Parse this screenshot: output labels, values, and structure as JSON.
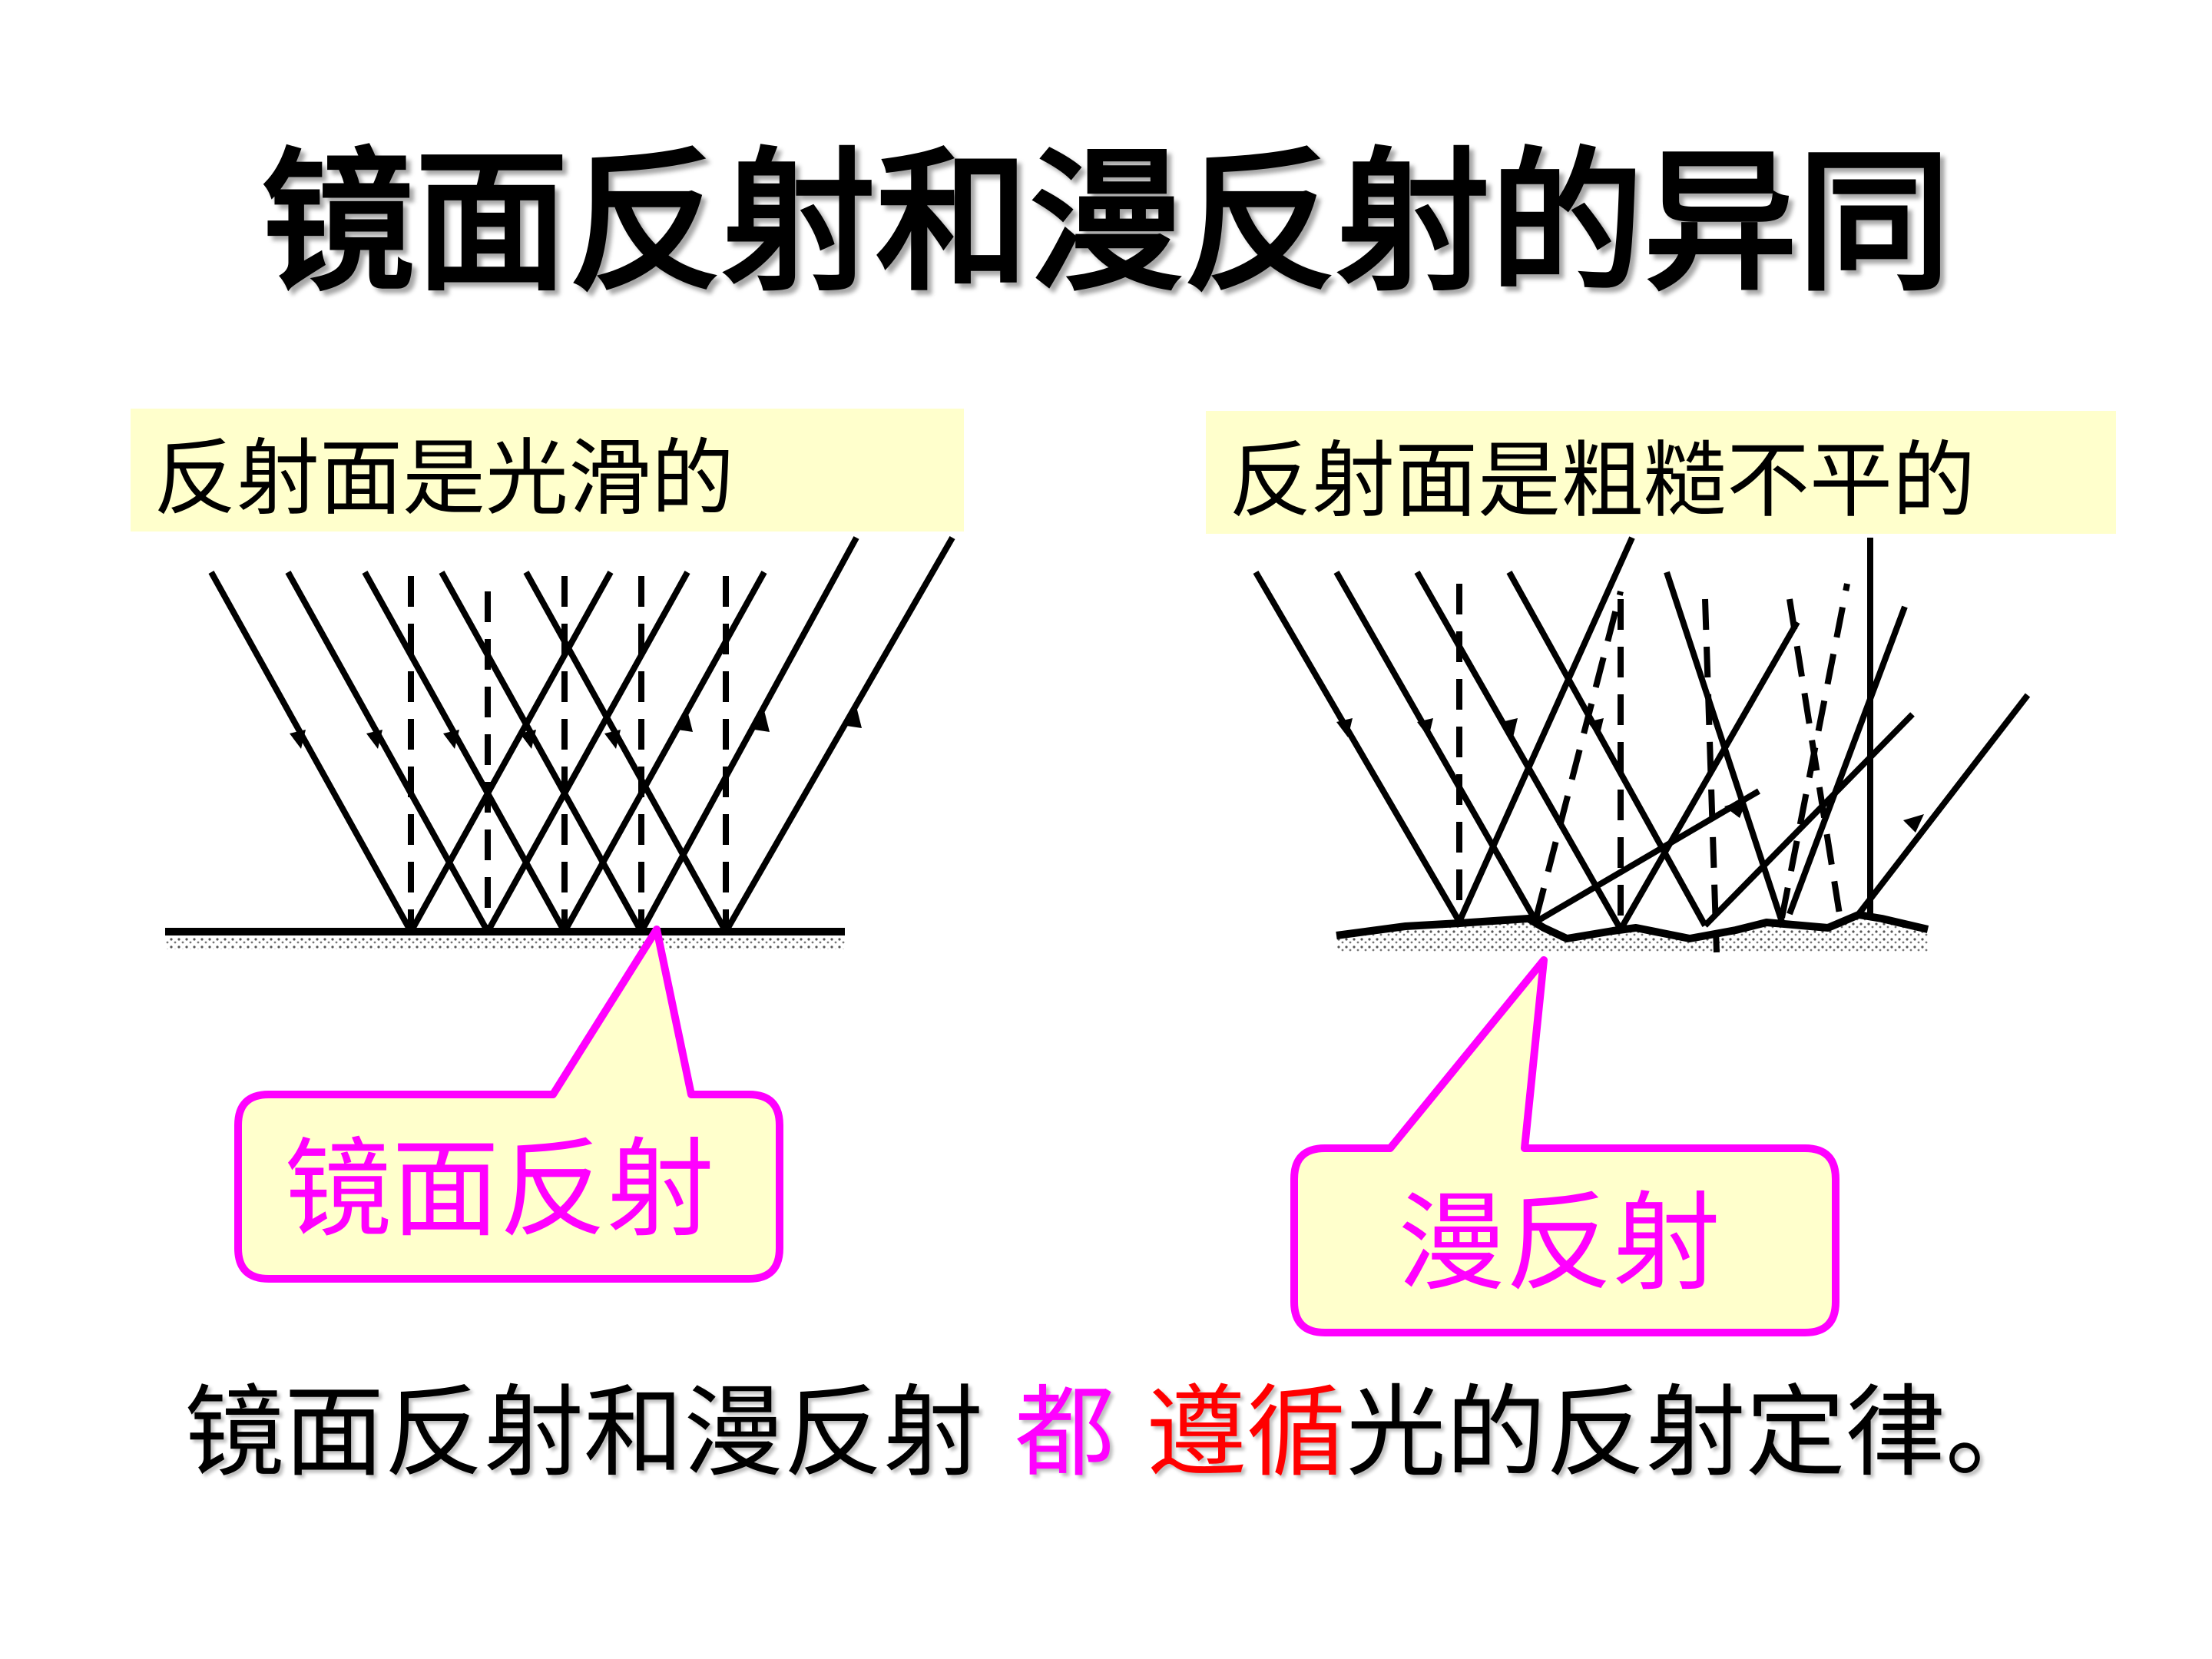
{
  "title": "镜面反射和漫反射的异同",
  "left": {
    "label": "反射面是光滑的",
    "callout": "镜面反射"
  },
  "right": {
    "label": "反射面是粗糙不平的",
    "callout": "漫反射"
  },
  "conclusion": {
    "part1": "镜面反射和漫反射 ",
    "part2": "都",
    "part3": " ",
    "part4": "遵循",
    "part5": "光的反射定律。"
  },
  "colors": {
    "label_bg": "#ffffcc",
    "callout_border": "#ff00ff",
    "callout_text": "#ff00ff",
    "highlight_pink": "#ff00ff",
    "highlight_red": "#ff0000"
  }
}
